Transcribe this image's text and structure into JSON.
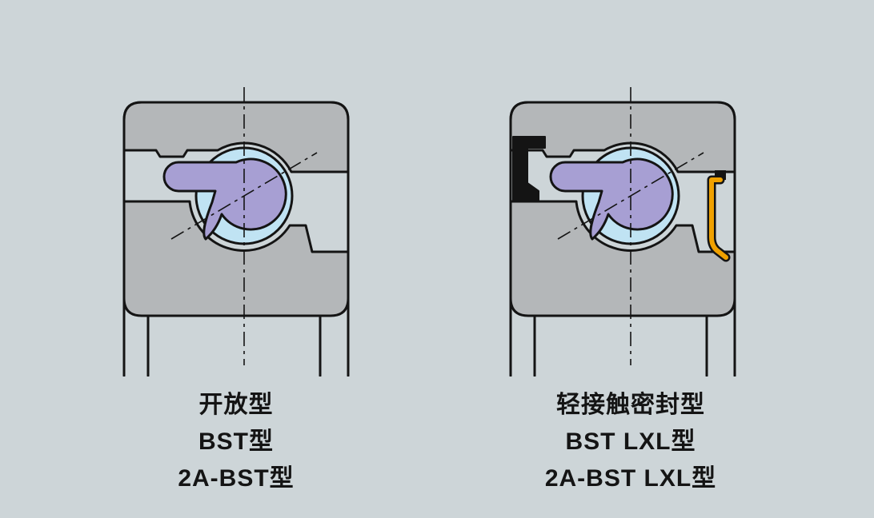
{
  "colors": {
    "bg": "#cdd5d8",
    "ring": "#b4b7b9",
    "ball": "#c0e3f3",
    "cage": "#a79fd3",
    "seal_black": "#141414",
    "seal_orange": "#f0a100",
    "line": "#141414",
    "text": "#141414"
  },
  "figures": {
    "open": {
      "caption": [
        "开放型",
        "BST型",
        "2A-BST型"
      ]
    },
    "sealed": {
      "caption": [
        "轻接触密封型",
        "BST LXL型",
        "2A-BST LXL型"
      ]
    }
  }
}
